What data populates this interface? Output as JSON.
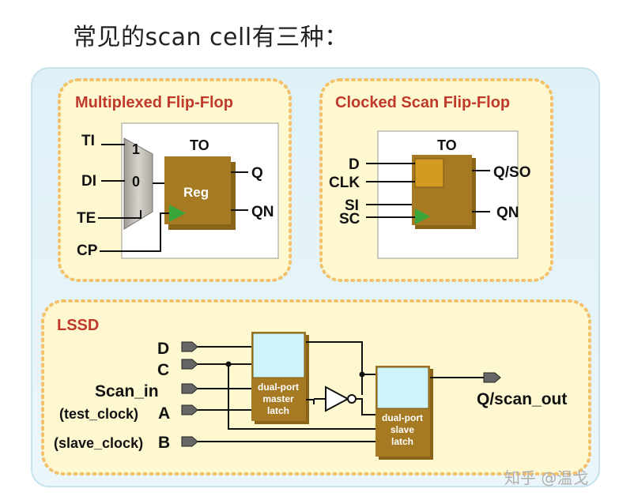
{
  "page": {
    "title": "常见的scan cell有三种："
  },
  "mux_ff": {
    "title": "Multiplexed Flip-Flop",
    "inputs": {
      "ti": "TI",
      "di": "DI",
      "te": "TE",
      "cp": "CP"
    },
    "mux": {
      "in1": "1",
      "in0": "0"
    },
    "reg_label": "Reg",
    "to": "TO",
    "outputs": {
      "q": "Q",
      "qn": "QN"
    }
  },
  "clocked_ff": {
    "title": "Clocked Scan Flip-Flop",
    "inputs": {
      "d": "D",
      "clk": "CLK",
      "si": "SI",
      "sc": "SC"
    },
    "to": "TO",
    "outputs": {
      "q_so": "Q/SO",
      "qn": "QN"
    }
  },
  "lssd": {
    "title": "LSSD",
    "inputs": {
      "d": "D",
      "c": "C",
      "scan_in": "Scan_in",
      "a_note": "(test_clock)",
      "a": "A",
      "b_note": "(slave_clock)",
      "b": "B"
    },
    "master": [
      "dual-port",
      "master",
      "latch"
    ],
    "slave": [
      "dual-port",
      "slave",
      "latch"
    ],
    "output": "Q/scan_out"
  },
  "watermark": "知乎 @温戈",
  "colors": {
    "panel_bg": "#fdf8d0",
    "dotted_border": "#f2c16a",
    "box_brown": "#a67a22",
    "box_dark": "#8a6418",
    "latch_cyan": "#cdf3fb",
    "mux_gray": "#b8b6ad",
    "clock_green": "#3aa53a",
    "title_red": "#c0392b"
  }
}
